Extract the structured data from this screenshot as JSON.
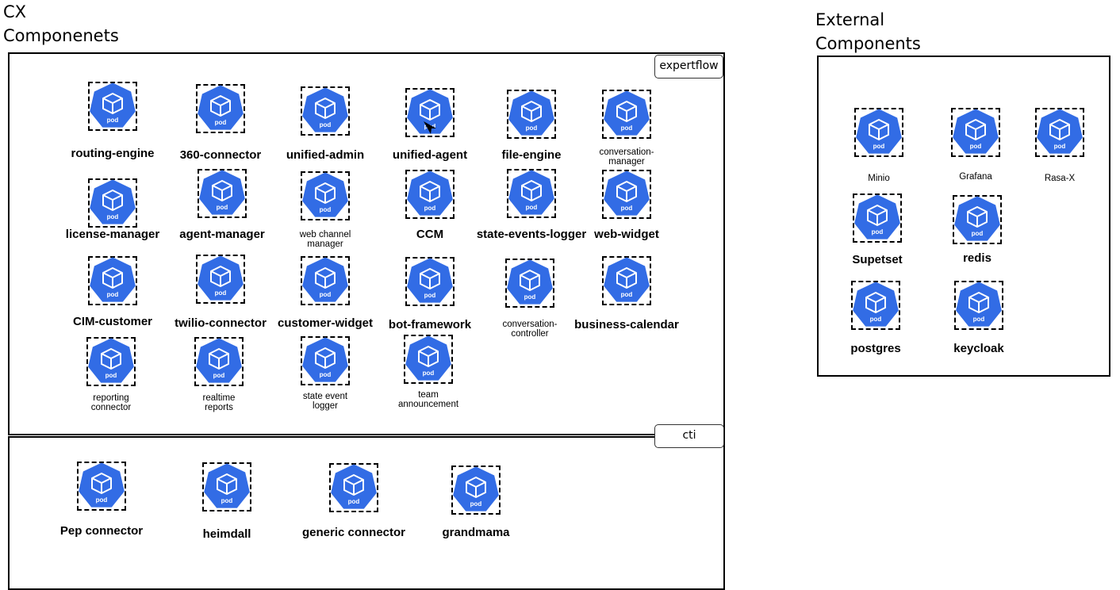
{
  "titles": {
    "cx": "CX\nComponenets",
    "external": "External\nComponents"
  },
  "namespaces": {
    "expertflow": "expertflow",
    "cti": "cti"
  },
  "pod_badge": "pod",
  "icon": "kubernetes-pod-icon",
  "colors": {
    "pod_fill": "#326CE5",
    "pod_glyph": "#ffffff"
  },
  "expertflow_pods": [
    {
      "label": "routing-engine"
    },
    {
      "label": "360-connector"
    },
    {
      "label": "unified-admin"
    },
    {
      "label": "unified-agent"
    },
    {
      "label": "file-engine"
    },
    {
      "label": "conversation-\nmanager"
    },
    {
      "label": "license-manager"
    },
    {
      "label": "agent-manager"
    },
    {
      "label": "web channel\nmanager"
    },
    {
      "label": "CCM"
    },
    {
      "label": "state-events-logger"
    },
    {
      "label": "web-widget"
    },
    {
      "label": "CIM-customer"
    },
    {
      "label": "twilio-connector"
    },
    {
      "label": "customer-widget"
    },
    {
      "label": "bot-framework"
    },
    {
      "label": "conversation-\ncontroller"
    },
    {
      "label": "business-calendar"
    },
    {
      "label": "reporting\nconnector"
    },
    {
      "label": "realtime\nreports"
    },
    {
      "label": "state event\nlogger"
    },
    {
      "label": "team\nannouncement"
    }
  ],
  "cti_pods": [
    {
      "label": "Pep connector"
    },
    {
      "label": "heimdall"
    },
    {
      "label": "generic connector"
    },
    {
      "label": "grandmama"
    }
  ],
  "external_pods": [
    {
      "label": "Minio"
    },
    {
      "label": "Grafana"
    },
    {
      "label": "Rasa-X"
    },
    {
      "label": "Supetset"
    },
    {
      "label": "redis"
    },
    {
      "label": "postgres"
    },
    {
      "label": "keycloak"
    }
  ]
}
